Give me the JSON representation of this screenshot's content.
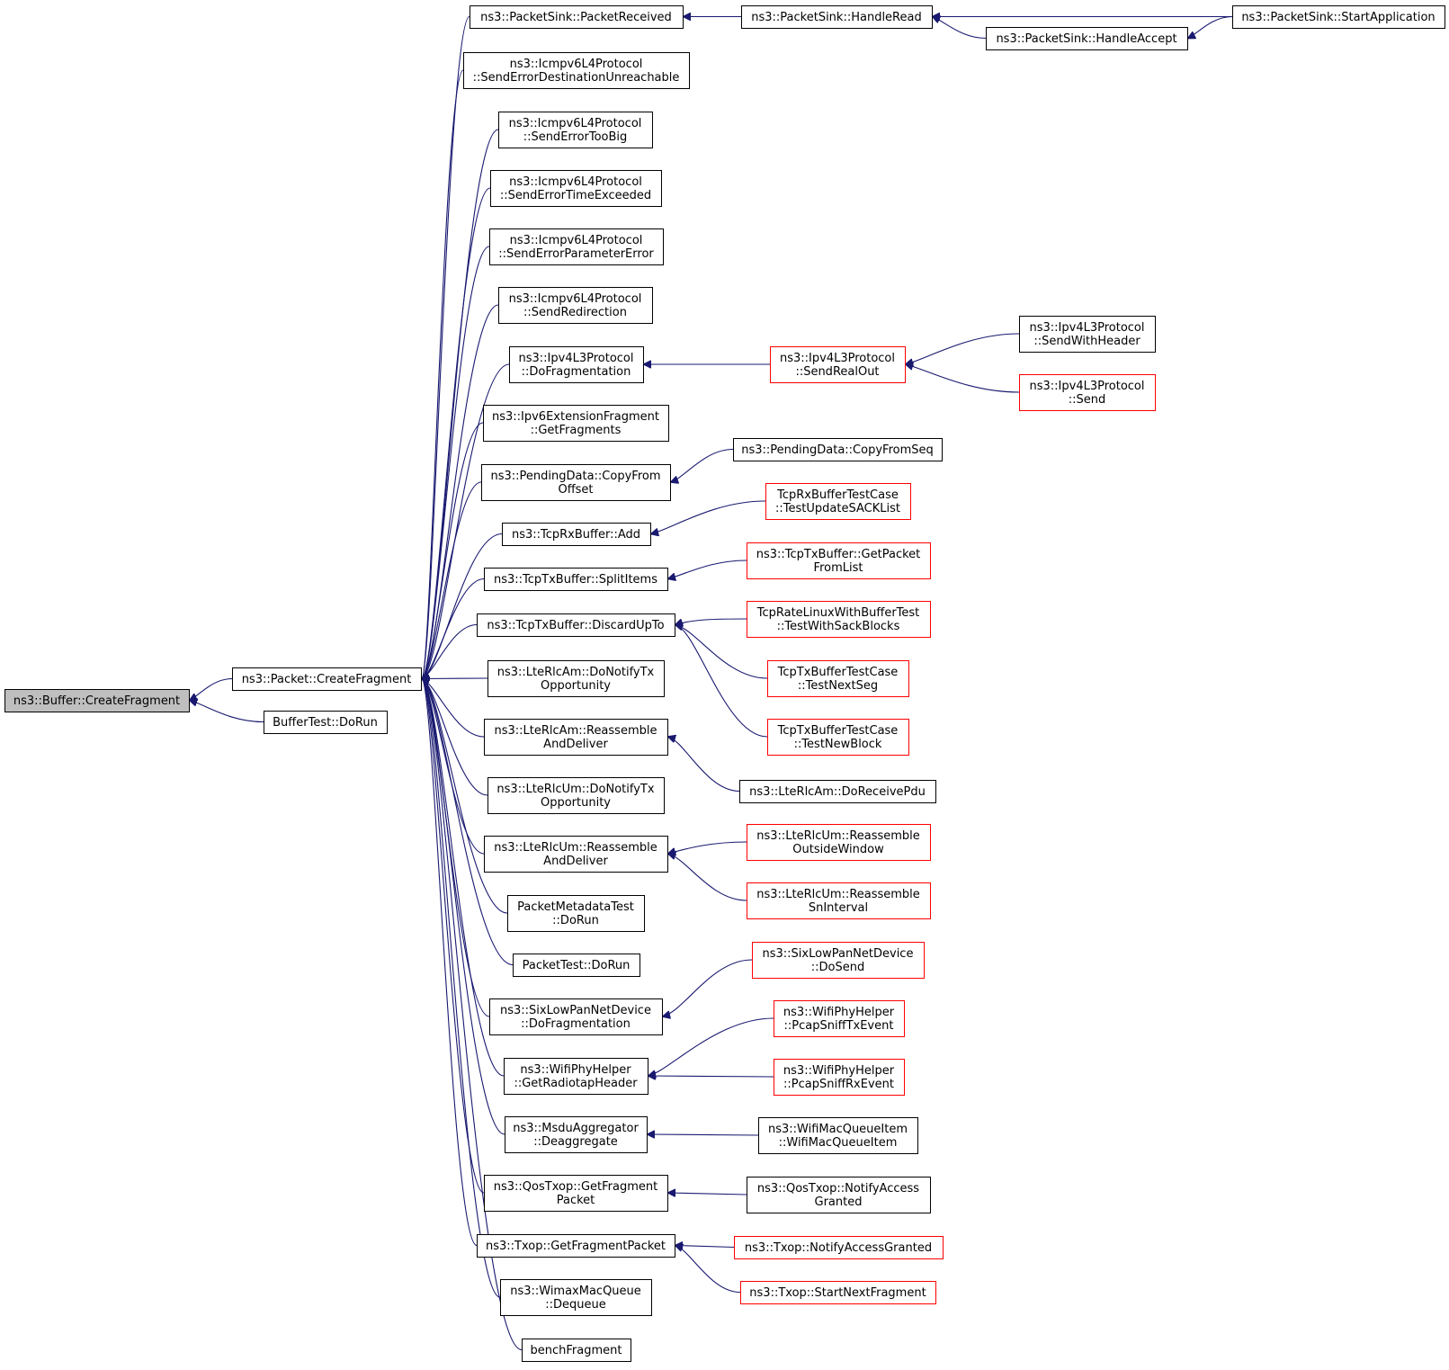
{
  "colors": {
    "edge": "#191970",
    "root_fill": "#bfbfbf",
    "node_border": "#000000",
    "truncated_border": "#ff0000"
  },
  "nodes": [
    {
      "id": "root",
      "lines": [
        "ns3::Buffer::CreateFragment"
      ],
      "kind": "root"
    },
    {
      "id": "packet_createfragment",
      "lines": [
        "ns3::Packet::CreateFragment"
      ]
    },
    {
      "id": "buffertest_dorun",
      "lines": [
        "BufferTest::DoRun"
      ]
    },
    {
      "id": "packetsink_packetreceived",
      "lines": [
        "ns3::PacketSink::PacketReceived"
      ]
    },
    {
      "id": "icmp_dest_unreach",
      "lines": [
        "ns3::Icmpv6L4Protocol",
        "::SendErrorDestinationUnreachable"
      ]
    },
    {
      "id": "icmp_toobig",
      "lines": [
        "ns3::Icmpv6L4Protocol",
        "::SendErrorTooBig"
      ]
    },
    {
      "id": "icmp_timeexceeded",
      "lines": [
        "ns3::Icmpv6L4Protocol",
        "::SendErrorTimeExceeded"
      ]
    },
    {
      "id": "icmp_parametererror",
      "lines": [
        "ns3::Icmpv6L4Protocol",
        "::SendErrorParameterError"
      ]
    },
    {
      "id": "icmp_redirection",
      "lines": [
        "ns3::Icmpv6L4Protocol",
        "::SendRedirection"
      ]
    },
    {
      "id": "ipv4_dofragmentation",
      "lines": [
        "ns3::Ipv4L3Protocol",
        "::DoFragmentation"
      ]
    },
    {
      "id": "ipv6ext_getfragments",
      "lines": [
        "ns3::Ipv6ExtensionFragment",
        "::GetFragments"
      ]
    },
    {
      "id": "pending_copyfromoffset",
      "lines": [
        "ns3::PendingData::CopyFrom",
        "Offset"
      ]
    },
    {
      "id": "tcprx_add",
      "lines": [
        "ns3::TcpRxBuffer::Add"
      ]
    },
    {
      "id": "tcptx_splititems",
      "lines": [
        "ns3::TcpTxBuffer::SplitItems"
      ]
    },
    {
      "id": "tcptx_discardupto",
      "lines": [
        "ns3::TcpTxBuffer::DiscardUpTo"
      ]
    },
    {
      "id": "rlcam_donotifytx",
      "lines": [
        "ns3::LteRlcAm::DoNotifyTx",
        "Opportunity"
      ]
    },
    {
      "id": "rlcam_reassemble",
      "lines": [
        "ns3::LteRlcAm::Reassemble",
        "AndDeliver"
      ]
    },
    {
      "id": "rlcum_donotifytx",
      "lines": [
        "ns3::LteRlcUm::DoNotifyTx",
        "Opportunity"
      ]
    },
    {
      "id": "rlcum_reassemble",
      "lines": [
        "ns3::LteRlcUm::Reassemble",
        "AndDeliver"
      ]
    },
    {
      "id": "packetmetadatatest",
      "lines": [
        "PacketMetadataTest",
        "::DoRun"
      ]
    },
    {
      "id": "packettest_dorun",
      "lines": [
        "PacketTest::DoRun"
      ]
    },
    {
      "id": "sixlowpan_dofrag",
      "lines": [
        "ns3::SixLowPanNetDevice",
        "::DoFragmentation"
      ]
    },
    {
      "id": "wifiphy_getradiotap",
      "lines": [
        "ns3::WifiPhyHelper",
        "::GetRadiotapHeader"
      ]
    },
    {
      "id": "msdu_deaggregate",
      "lines": [
        "ns3::MsduAggregator",
        "::Deaggregate"
      ]
    },
    {
      "id": "qostxop_getfragment",
      "lines": [
        "ns3::QosTxop::GetFragment",
        "Packet"
      ]
    },
    {
      "id": "txop_getfragment",
      "lines": [
        "ns3::Txop::GetFragmentPacket"
      ]
    },
    {
      "id": "wimax_dequeue",
      "lines": [
        "ns3::WimaxMacQueue",
        "::Dequeue"
      ]
    },
    {
      "id": "benchfragment",
      "lines": [
        "benchFragment"
      ]
    },
    {
      "id": "packetsink_handleread",
      "lines": [
        "ns3::PacketSink::HandleRead"
      ]
    },
    {
      "id": "packetsink_handleaccept",
      "lines": [
        "ns3::PacketSink::HandleAccept"
      ]
    },
    {
      "id": "packetsink_startapp",
      "lines": [
        "ns3::PacketSink::StartApplication"
      ]
    },
    {
      "id": "ipv4_sendrealout",
      "lines": [
        "ns3::Ipv4L3Protocol",
        "::SendRealOut"
      ],
      "kind": "truncated"
    },
    {
      "id": "ipv4_sendwithheader",
      "lines": [
        "ns3::Ipv4L3Protocol",
        "::SendWithHeader"
      ]
    },
    {
      "id": "ipv4_send",
      "lines": [
        "ns3::Ipv4L3Protocol",
        "::Send"
      ],
      "kind": "truncated"
    },
    {
      "id": "pending_copyfromseq",
      "lines": [
        "ns3::PendingData::CopyFromSeq"
      ]
    },
    {
      "id": "tcprxtest_sack",
      "lines": [
        "TcpRxBufferTestCase",
        "::TestUpdateSACKList"
      ],
      "kind": "truncated"
    },
    {
      "id": "tcptx_getpacketfromlist",
      "lines": [
        "ns3::TcpTxBuffer::GetPacket",
        "FromList"
      ],
      "kind": "truncated"
    },
    {
      "id": "tcpratelinux_test",
      "lines": [
        "TcpRateLinuxWithBufferTest",
        "::TestWithSackBlocks"
      ],
      "kind": "truncated"
    },
    {
      "id": "tcptxtest_nextseg",
      "lines": [
        "TcpTxBufferTestCase",
        "::TestNextSeg"
      ],
      "kind": "truncated"
    },
    {
      "id": "tcptxtest_newblock",
      "lines": [
        "TcpTxBufferTestCase",
        "::TestNewBlock"
      ],
      "kind": "truncated"
    },
    {
      "id": "rlcam_doreceivepdu",
      "lines": [
        "ns3::LteRlcAm::DoReceivePdu"
      ]
    },
    {
      "id": "rlcum_reassemble_outside",
      "lines": [
        "ns3::LteRlcUm::Reassemble",
        "OutsideWindow"
      ],
      "kind": "truncated"
    },
    {
      "id": "rlcum_reassemble_sn",
      "lines": [
        "ns3::LteRlcUm::Reassemble",
        "SnInterval"
      ],
      "kind": "truncated"
    },
    {
      "id": "sixlowpan_dosend",
      "lines": [
        "ns3::SixLowPanNetDevice",
        "::DoSend"
      ],
      "kind": "truncated"
    },
    {
      "id": "wifiphy_pcaptx",
      "lines": [
        "ns3::WifiPhyHelper",
        "::PcapSniffTxEvent"
      ],
      "kind": "truncated"
    },
    {
      "id": "wifiphy_pcaprx",
      "lines": [
        "ns3::WifiPhyHelper",
        "::PcapSniffRxEvent"
      ],
      "kind": "truncated"
    },
    {
      "id": "wifimacqueueitem",
      "lines": [
        "ns3::WifiMacQueueItem",
        "::WifiMacQueueItem"
      ]
    },
    {
      "id": "qostxop_notifyaccess",
      "lines": [
        "ns3::QosTxop::NotifyAccess",
        "Granted"
      ]
    },
    {
      "id": "txop_notifyaccess",
      "lines": [
        "ns3::Txop::NotifyAccessGranted"
      ],
      "kind": "truncated"
    },
    {
      "id": "txop_startnextfragment",
      "lines": [
        "ns3::Txop::StartNextFragment"
      ],
      "kind": "truncated"
    }
  ],
  "edges": [
    {
      "from": "packet_createfragment",
      "to": "root"
    },
    {
      "from": "buffertest_dorun",
      "to": "root"
    },
    {
      "from": "packetsink_packetreceived",
      "to": "packet_createfragment"
    },
    {
      "from": "icmp_dest_unreach",
      "to": "packet_createfragment"
    },
    {
      "from": "icmp_toobig",
      "to": "packet_createfragment"
    },
    {
      "from": "icmp_timeexceeded",
      "to": "packet_createfragment"
    },
    {
      "from": "icmp_parametererror",
      "to": "packet_createfragment"
    },
    {
      "from": "icmp_redirection",
      "to": "packet_createfragment"
    },
    {
      "from": "ipv4_dofragmentation",
      "to": "packet_createfragment"
    },
    {
      "from": "ipv6ext_getfragments",
      "to": "packet_createfragment"
    },
    {
      "from": "pending_copyfromoffset",
      "to": "packet_createfragment"
    },
    {
      "from": "tcprx_add",
      "to": "packet_createfragment"
    },
    {
      "from": "tcptx_splititems",
      "to": "packet_createfragment"
    },
    {
      "from": "tcptx_discardupto",
      "to": "packet_createfragment"
    },
    {
      "from": "rlcam_donotifytx",
      "to": "packet_createfragment"
    },
    {
      "from": "rlcam_reassemble",
      "to": "packet_createfragment"
    },
    {
      "from": "rlcum_donotifytx",
      "to": "packet_createfragment"
    },
    {
      "from": "rlcum_reassemble",
      "to": "packet_createfragment"
    },
    {
      "from": "packetmetadatatest",
      "to": "packet_createfragment"
    },
    {
      "from": "packettest_dorun",
      "to": "packet_createfragment"
    },
    {
      "from": "sixlowpan_dofrag",
      "to": "packet_createfragment"
    },
    {
      "from": "wifiphy_getradiotap",
      "to": "packet_createfragment"
    },
    {
      "from": "msdu_deaggregate",
      "to": "packet_createfragment"
    },
    {
      "from": "qostxop_getfragment",
      "to": "packet_createfragment"
    },
    {
      "from": "txop_getfragment",
      "to": "packet_createfragment"
    },
    {
      "from": "wimax_dequeue",
      "to": "packet_createfragment"
    },
    {
      "from": "benchfragment",
      "to": "packet_createfragment"
    },
    {
      "from": "packetsink_handleread",
      "to": "packetsink_packetreceived"
    },
    {
      "from": "packetsink_startapp",
      "to": "packetsink_handleread"
    },
    {
      "from": "packetsink_handleaccept",
      "to": "packetsink_handleread"
    },
    {
      "from": "packetsink_startapp",
      "to": "packetsink_handleaccept"
    },
    {
      "from": "ipv4_sendrealout",
      "to": "ipv4_dofragmentation"
    },
    {
      "from": "ipv4_sendwithheader",
      "to": "ipv4_sendrealout"
    },
    {
      "from": "ipv4_send",
      "to": "ipv4_sendrealout"
    },
    {
      "from": "pending_copyfromseq",
      "to": "pending_copyfromoffset"
    },
    {
      "from": "tcprxtest_sack",
      "to": "tcprx_add"
    },
    {
      "from": "tcptx_getpacketfromlist",
      "to": "tcptx_splititems"
    },
    {
      "from": "tcpratelinux_test",
      "to": "tcptx_discardupto"
    },
    {
      "from": "tcptxtest_nextseg",
      "to": "tcptx_discardupto"
    },
    {
      "from": "tcptxtest_newblock",
      "to": "tcptx_discardupto"
    },
    {
      "from": "rlcam_doreceivepdu",
      "to": "rlcam_reassemble"
    },
    {
      "from": "rlcum_reassemble_outside",
      "to": "rlcum_reassemble"
    },
    {
      "from": "rlcum_reassemble_sn",
      "to": "rlcum_reassemble"
    },
    {
      "from": "sixlowpan_dosend",
      "to": "sixlowpan_dofrag"
    },
    {
      "from": "wifiphy_pcaptx",
      "to": "wifiphy_getradiotap"
    },
    {
      "from": "wifiphy_pcaprx",
      "to": "wifiphy_getradiotap"
    },
    {
      "from": "wifimacqueueitem",
      "to": "msdu_deaggregate"
    },
    {
      "from": "qostxop_notifyaccess",
      "to": "qostxop_getfragment"
    },
    {
      "from": "txop_notifyaccess",
      "to": "txop_getfragment"
    },
    {
      "from": "txop_startnextfragment",
      "to": "txop_getfragment"
    }
  ]
}
